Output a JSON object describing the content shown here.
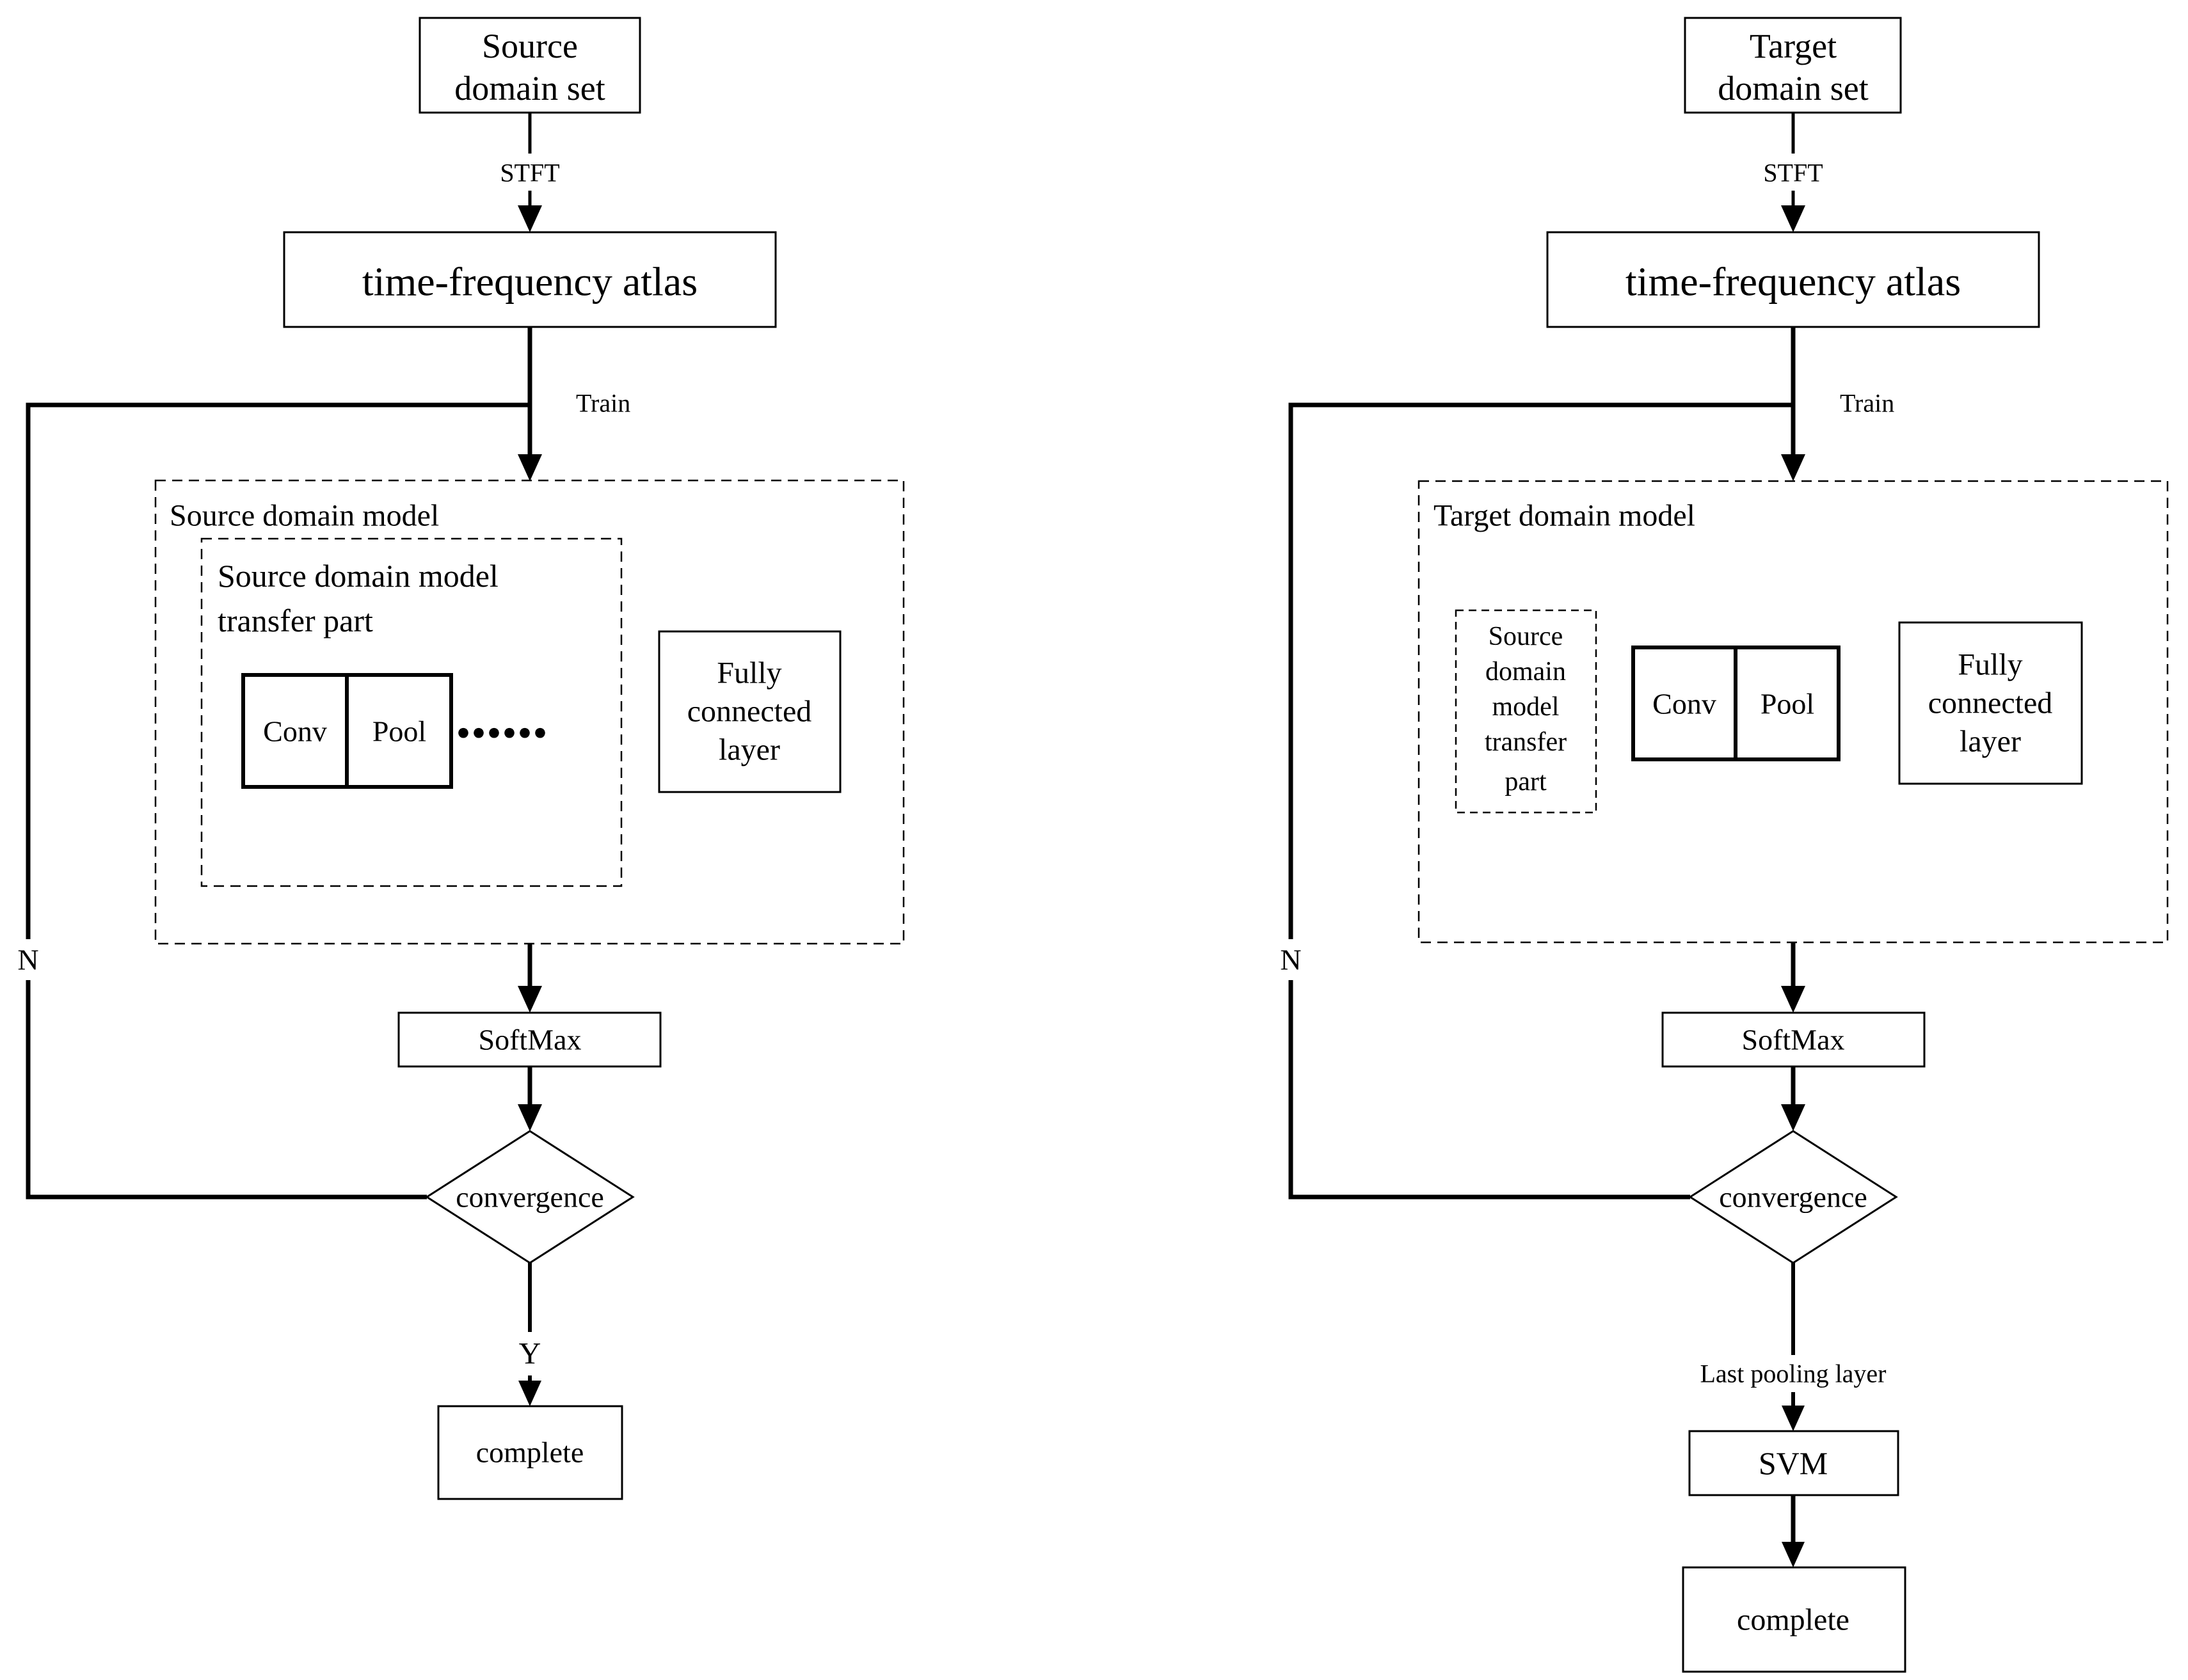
{
  "left": {
    "source_set": {
      "line1": "Source",
      "line2": "domain set"
    },
    "stft": "STFT",
    "atlas": "time-frequency atlas",
    "train": "Train",
    "n": "N",
    "model_label": "Source domain model",
    "transfer_label": {
      "line1": "Source domain model",
      "line2": "transfer part"
    },
    "conv": "Conv",
    "pool": "Pool",
    "dots": "......",
    "fc": {
      "line1": "Fully",
      "line2": "connected",
      "line3": "layer"
    },
    "softmax": "SoftMax",
    "convergence": "convergence",
    "y": "Y",
    "complete": "complete"
  },
  "right": {
    "target_set": {
      "line1": "Target",
      "line2": "domain set"
    },
    "stft": "STFT",
    "atlas": "time-frequency atlas",
    "train": "Train",
    "n": "N",
    "model_label": "Target domain model",
    "transfer_label": {
      "line1": "Source",
      "line2": "domain",
      "line3": "model",
      "line4": "transfer",
      "line5": "part"
    },
    "conv": "Conv",
    "pool": "Pool",
    "fc": {
      "line1": "Fully",
      "line2": "connected",
      "line3": "layer"
    },
    "softmax": "SoftMax",
    "convergence": "convergence",
    "last_pooling": "Last pooling layer",
    "svm": "SVM",
    "complete": "complete"
  },
  "colors": {
    "line": "#000000",
    "background": "#ffffff"
  }
}
